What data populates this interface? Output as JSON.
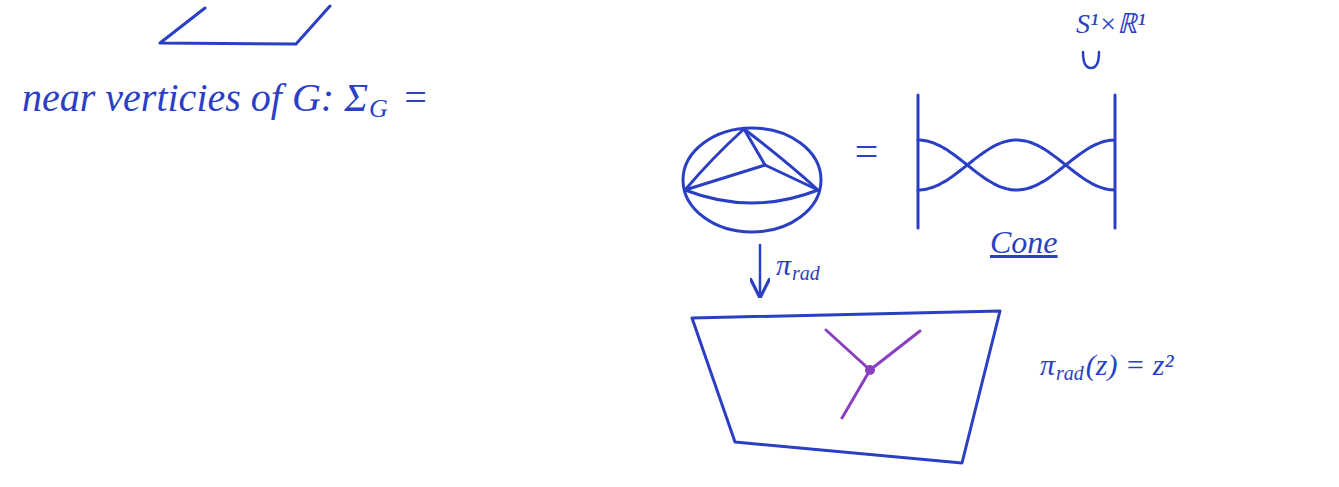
{
  "diagram": {
    "labels": [
      "near verticies of G: Σ",
      "G",
      "=",
      "=",
      "S¹×ℝ¹",
      "Cone",
      "π",
      "rad",
      "π",
      "rad",
      "(z) = z²"
    ]
  }
}
